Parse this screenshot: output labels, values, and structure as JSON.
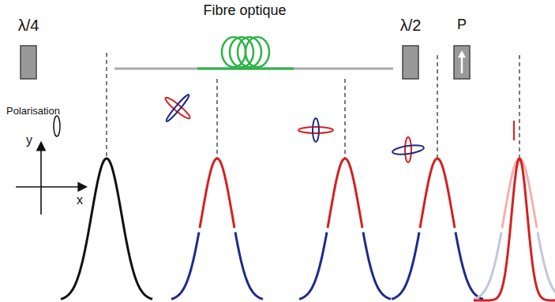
{
  "diagram": {
    "labels": [
      "λ/4",
      "Fibre optique",
      "λ/2",
      "P",
      "Polarisation",
      "y",
      "x"
    ]
  }
}
